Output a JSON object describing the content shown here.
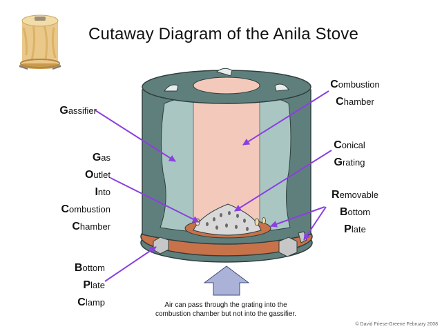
{
  "title": "Cutaway Diagram of the Anila Stove",
  "labels": {
    "gassifier": [
      {
        "cap": "G",
        "rest": "assifier"
      }
    ],
    "gas_outlet": [
      {
        "cap": "G",
        "rest": "as"
      },
      {
        "cap": "O",
        "rest": "utlet"
      },
      {
        "cap": "I",
        "rest": "nto"
      },
      {
        "cap": "C",
        "rest": "ombustion"
      },
      {
        "cap": "C",
        "rest": "hamber"
      }
    ],
    "bottom_plate_clamp": [
      {
        "cap": "B",
        "rest": "ottom"
      },
      {
        "cap": "P",
        "rest": "late"
      },
      {
        "cap": "C",
        "rest": "lamp"
      }
    ],
    "combustion_chamber": [
      {
        "cap": "C",
        "rest": "ombustion"
      },
      {
        "cap": "C",
        "rest": "hamber"
      }
    ],
    "conical_grating": [
      {
        "cap": "C",
        "rest": "onical"
      },
      {
        "cap": "G",
        "rest": "rating"
      }
    ],
    "removable_bottom_plate": [
      {
        "cap": "R",
        "rest": "emovable"
      },
      {
        "cap": "B",
        "rest": "ottom"
      },
      {
        "cap": "P",
        "rest": "late"
      }
    ]
  },
  "caption": "Air can pass through the grating into the combustion chamber but not into the gassifier.",
  "copyright": "© David Friese-Greene February 2008",
  "colors": {
    "arrow": "#8b3fe0",
    "shell": "#5f7f7c",
    "gassifier": "#a9c6c2",
    "combustion": "#f2c9bb",
    "plate": "#c8724a",
    "air_arrow": "#aab2d8",
    "grating": "#d9d9d9"
  }
}
